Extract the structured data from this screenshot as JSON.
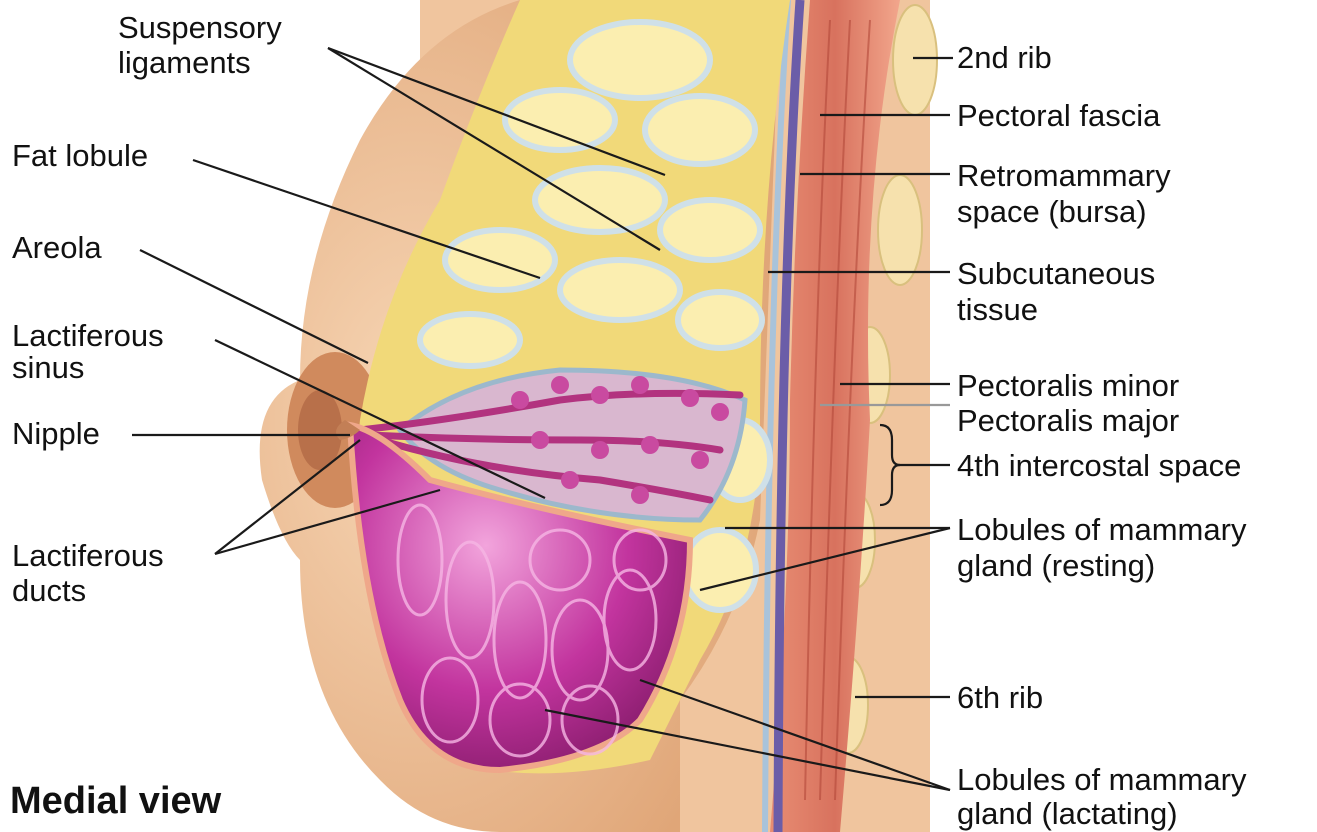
{
  "labels": {
    "suspensory_ligaments": [
      "Suspensory",
      "ligaments"
    ],
    "fat_lobule": "Fat lobule",
    "areola": "Areola",
    "lactiferous_sinus": [
      "Lactiferous",
      "sinus"
    ],
    "nipple": "Nipple",
    "lactiferous_ducts": [
      "Lactiferous",
      "ducts"
    ],
    "rib_2": "2nd rib",
    "pectoral_fascia": "Pectoral fascia",
    "retromammary_space": [
      "Retromammary",
      "space (bursa)"
    ],
    "subcutaneous_tissue": [
      "Subcutaneous",
      "tissue"
    ],
    "pectoralis_minor": "Pectoralis minor",
    "pectoralis_major": "Pectoralis major",
    "intercostal_space_4": "4th intercostal space",
    "lobules_resting": [
      "Lobules of mammary",
      "gland (resting)"
    ],
    "rib_6": "6th rib",
    "lobules_lactating": [
      "Lobules of mammary",
      "gland (lactating)"
    ]
  },
  "view_title": "Medial view",
  "colors": {
    "skin": "#f3c9a3",
    "skin_shadow": "#dd9f72",
    "fat": "#f1d979",
    "fat_highlight": "#fbeeb0",
    "ligament": "#c7d8e0",
    "gland_lactating": "#c2349e",
    "gland_resting": "#d49ac4",
    "muscle": "#d8725e",
    "fascia": "#6b5da8",
    "leader_line": "#1a1a1a"
  }
}
